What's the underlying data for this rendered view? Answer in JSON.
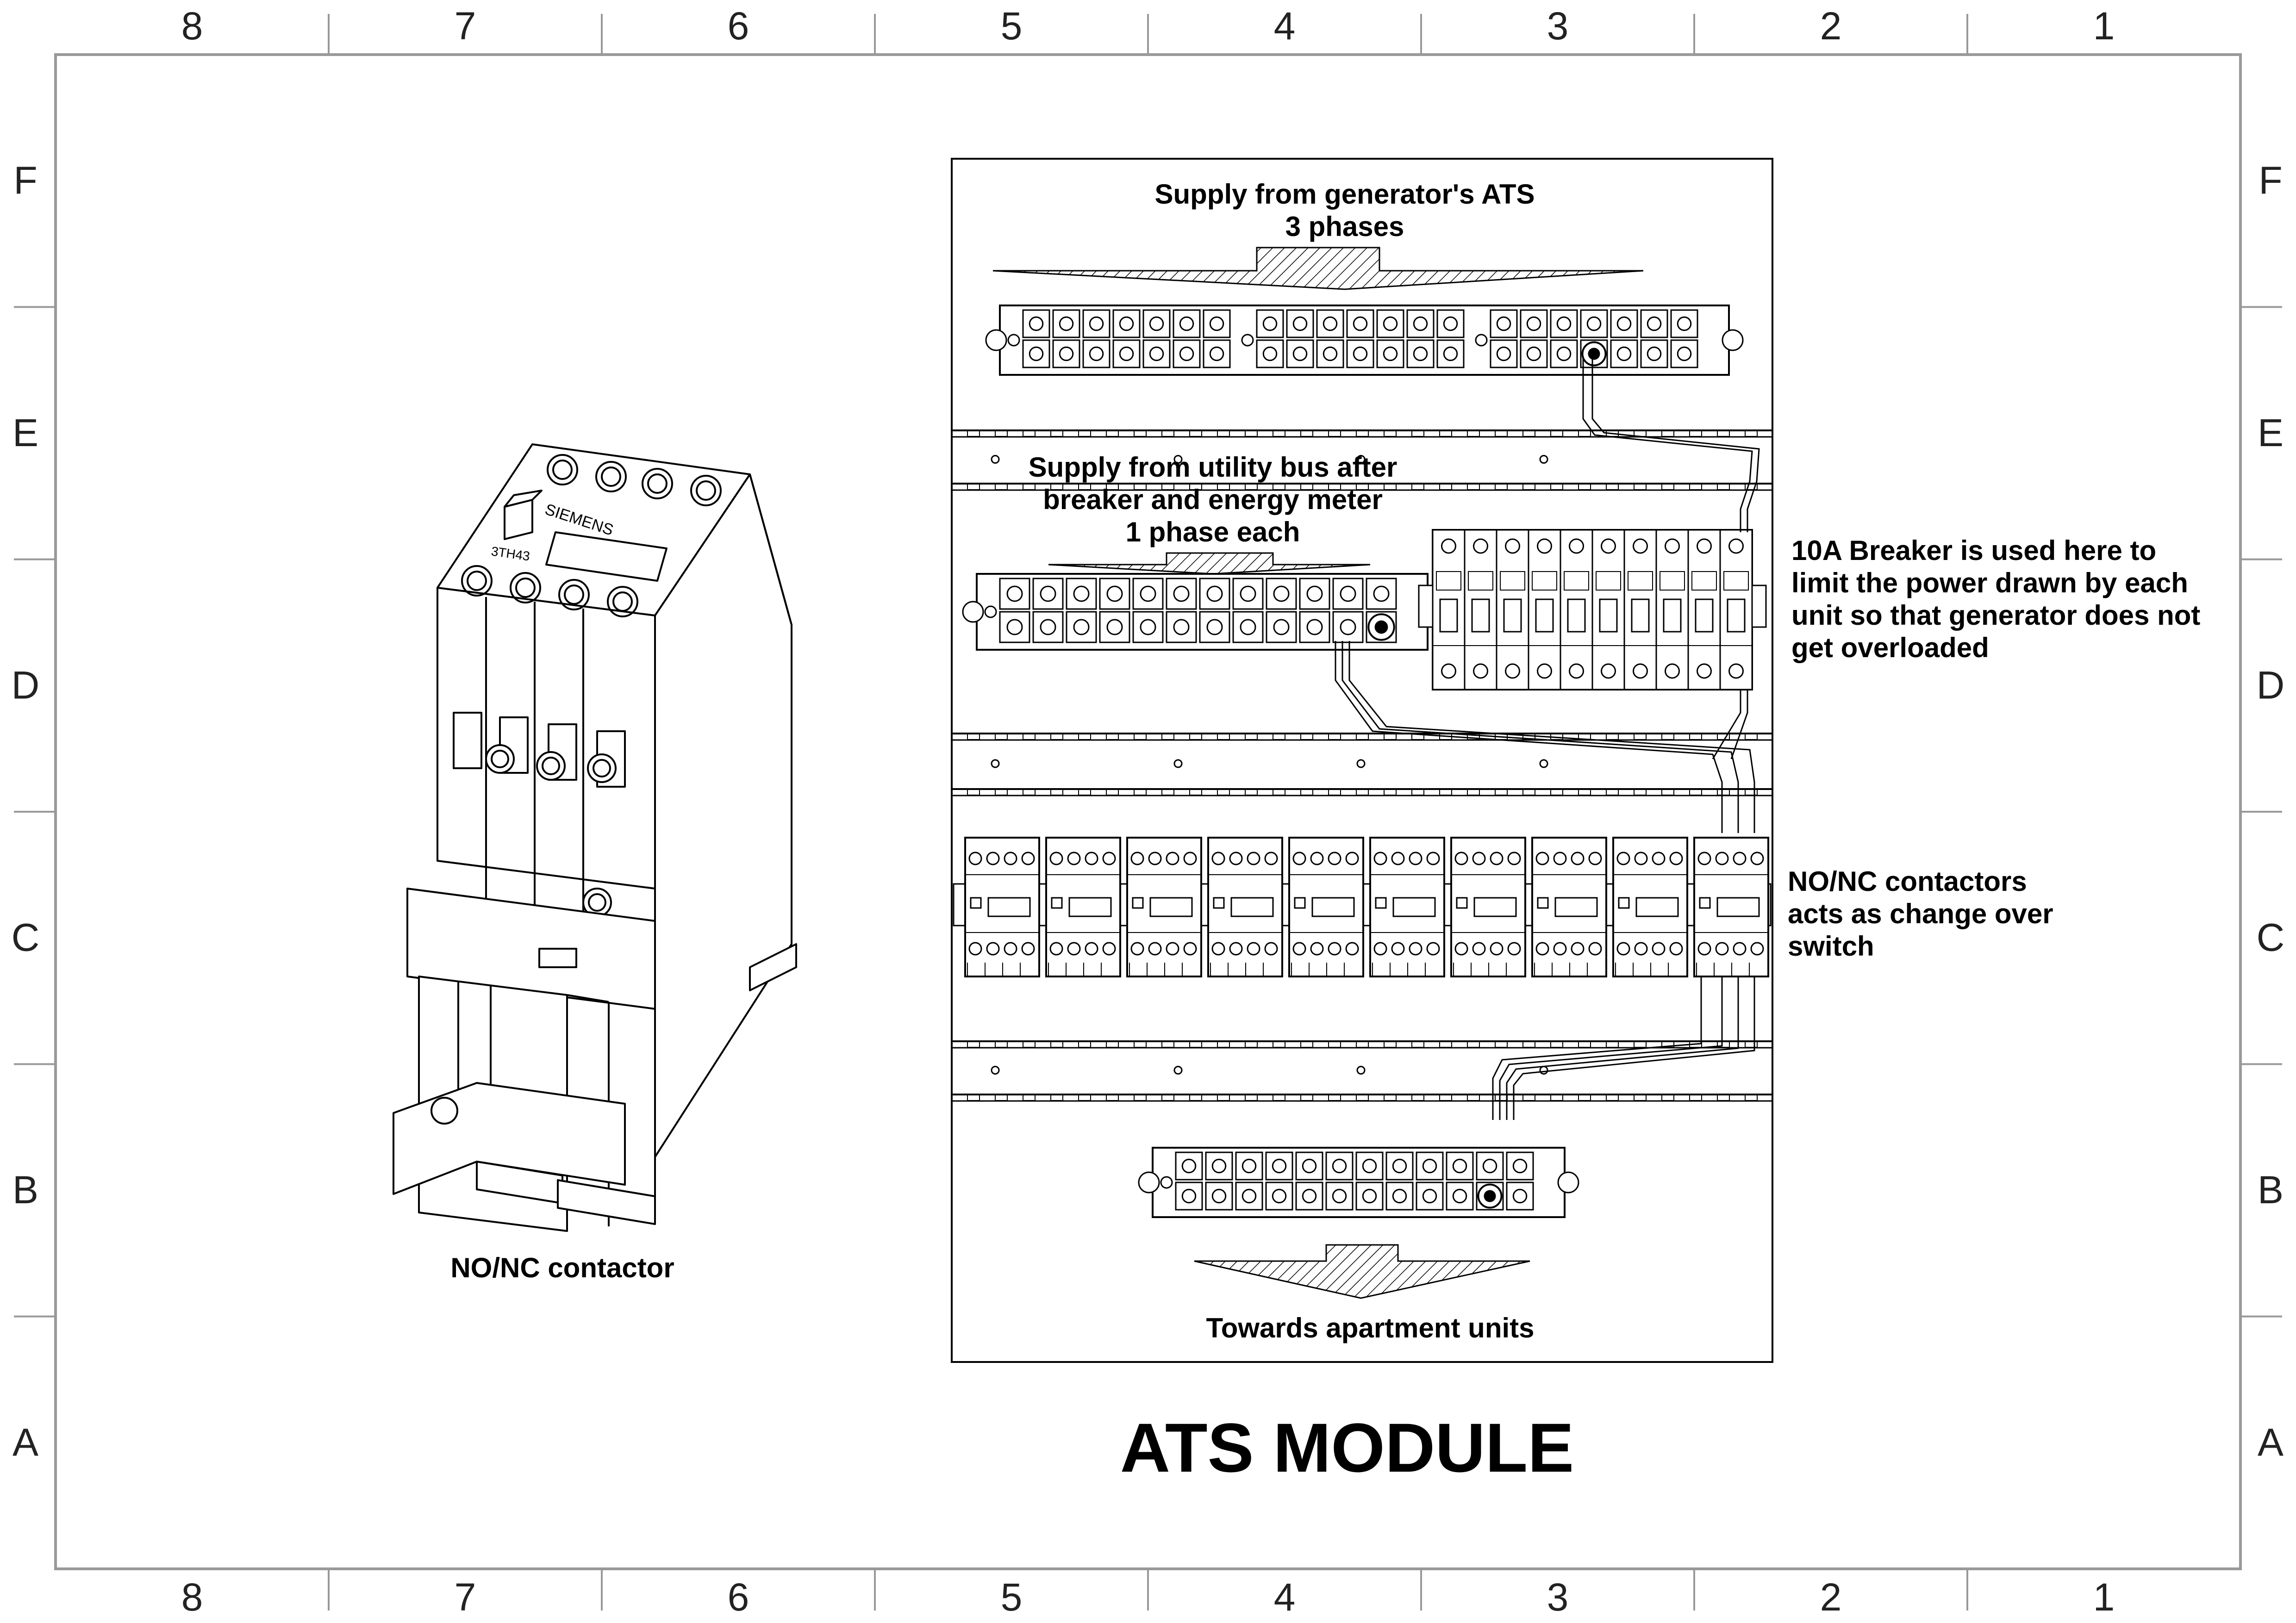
{
  "sheet": {
    "columns": [
      "8",
      "7",
      "6",
      "5",
      "4",
      "3",
      "2",
      "1"
    ],
    "rows": [
      "F",
      "E",
      "D",
      "C",
      "B",
      "A"
    ],
    "title": "ATS MODULE"
  },
  "labels": {
    "generator_supply": [
      "Supply from generator's ATS",
      "3 phases"
    ],
    "utility_supply": [
      "Supply from utility bus after",
      "breaker and energy meter",
      "1 phase each"
    ],
    "breaker_note": [
      "10A Breaker is used here to",
      "limit the power drawn by each",
      "unit so that generator does not",
      "get overloaded"
    ],
    "contactor_note": [
      "NO/NC contactors",
      "acts as change over",
      "switch"
    ],
    "output": "Towards apartment units",
    "contactor_caption": "NO/NC contactor"
  },
  "contactor_markings": {
    "brand": "SIEMENS",
    "model": "3TH43"
  },
  "components": {
    "contactor_count": 10,
    "breaker_count": 10
  }
}
